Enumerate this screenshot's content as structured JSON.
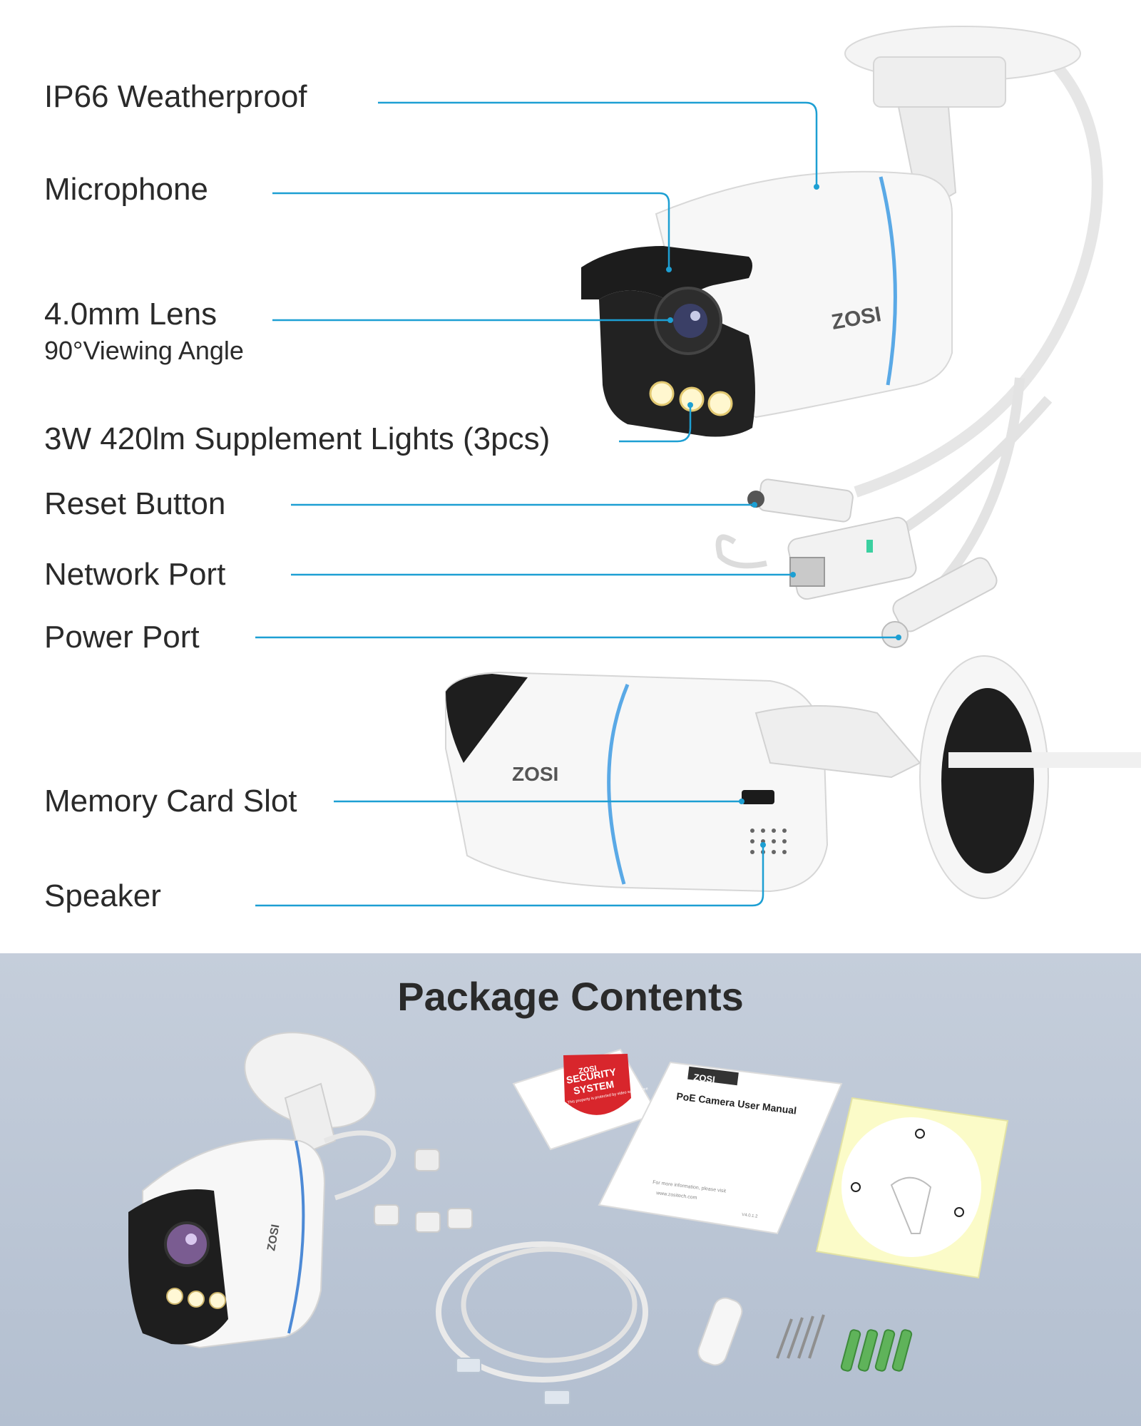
{
  "features": {
    "ip66": "IP66 Weatherproof",
    "microphone": "Microphone",
    "lens": "4.0mm Lens",
    "viewing_angle": "90°Viewing Angle",
    "lights": "3W 420lm Supplement Lights (3pcs)",
    "reset": "Reset Button",
    "network": "Network Port",
    "power": "Power Port",
    "memory": "Memory Card Slot",
    "speaker": "Speaker"
  },
  "brand": "ZOSI",
  "package": {
    "title": "Package Contents",
    "sticker": {
      "brand": "ZOSI",
      "line1": "SECURITY",
      "line2": "SYSTEM",
      "line3": "This property is protected by video surveillance"
    },
    "manual": {
      "brand": "ZOSI",
      "title": "PoE Camera User Manual",
      "footer1": "For more information, please visit",
      "footer2": "www.zositech.com",
      "code": "V4.0.1.2"
    }
  },
  "colors": {
    "callout": "#1d9fd3",
    "accent_ring": "#5aa9e6",
    "package_bg": "#bcc7d6",
    "sticker_red": "#d8262c"
  }
}
